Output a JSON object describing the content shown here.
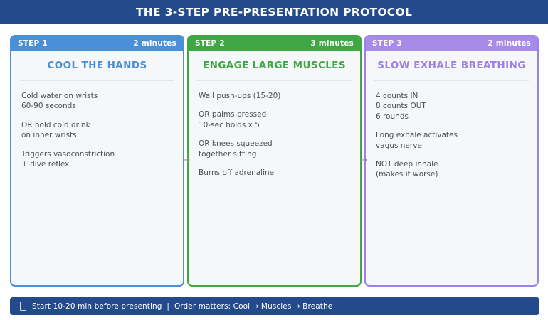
{
  "header": {
    "title": "THE 3-STEP PRE-PRESENTATION PROTOCOL",
    "background": "#234a8a",
    "text_color": "#ffffff"
  },
  "connectors": {
    "arrow_glyph": "→",
    "color": "#8a8f98"
  },
  "cards": [
    {
      "step_label": "STEP 1",
      "duration": "2 minutes",
      "title": "COOL THE\nHANDS",
      "accent": "#4a90d9",
      "body": [
        "Cold water on wrists\n60-90 seconds",
        "OR hold cold drink\non inner wrists",
        "Triggers vasoconstriction\n+ dive reflex"
      ]
    },
    {
      "step_label": "STEP 2",
      "duration": "3 minutes",
      "title": "ENGAGE LARGE\nMUSCLES",
      "accent": "#3fa845",
      "body": [
        "Wall push-ups (15-20)",
        "OR palms pressed\n10-sec holds x 5",
        "OR knees squeezed\ntogether sitting",
        "Burns off adrenaline"
      ]
    },
    {
      "step_label": "STEP 3",
      "duration": "2 minutes",
      "title": "SLOW EXHALE\nBREATHING",
      "accent": "#9b82ea",
      "body": [
        "4 counts IN\n8 counts OUT\n6 rounds",
        "Long exhale activates\nvagus nerve",
        "NOT deep inhale\n(makes it worse)"
      ]
    }
  ],
  "footer": {
    "icon": "missing-glyph-box-icon",
    "text": "Start 10-20 min before presenting  |  Order matters: Cool → Muscles → Breathe",
    "background": "#234a8a",
    "text_color": "#ffffff"
  }
}
